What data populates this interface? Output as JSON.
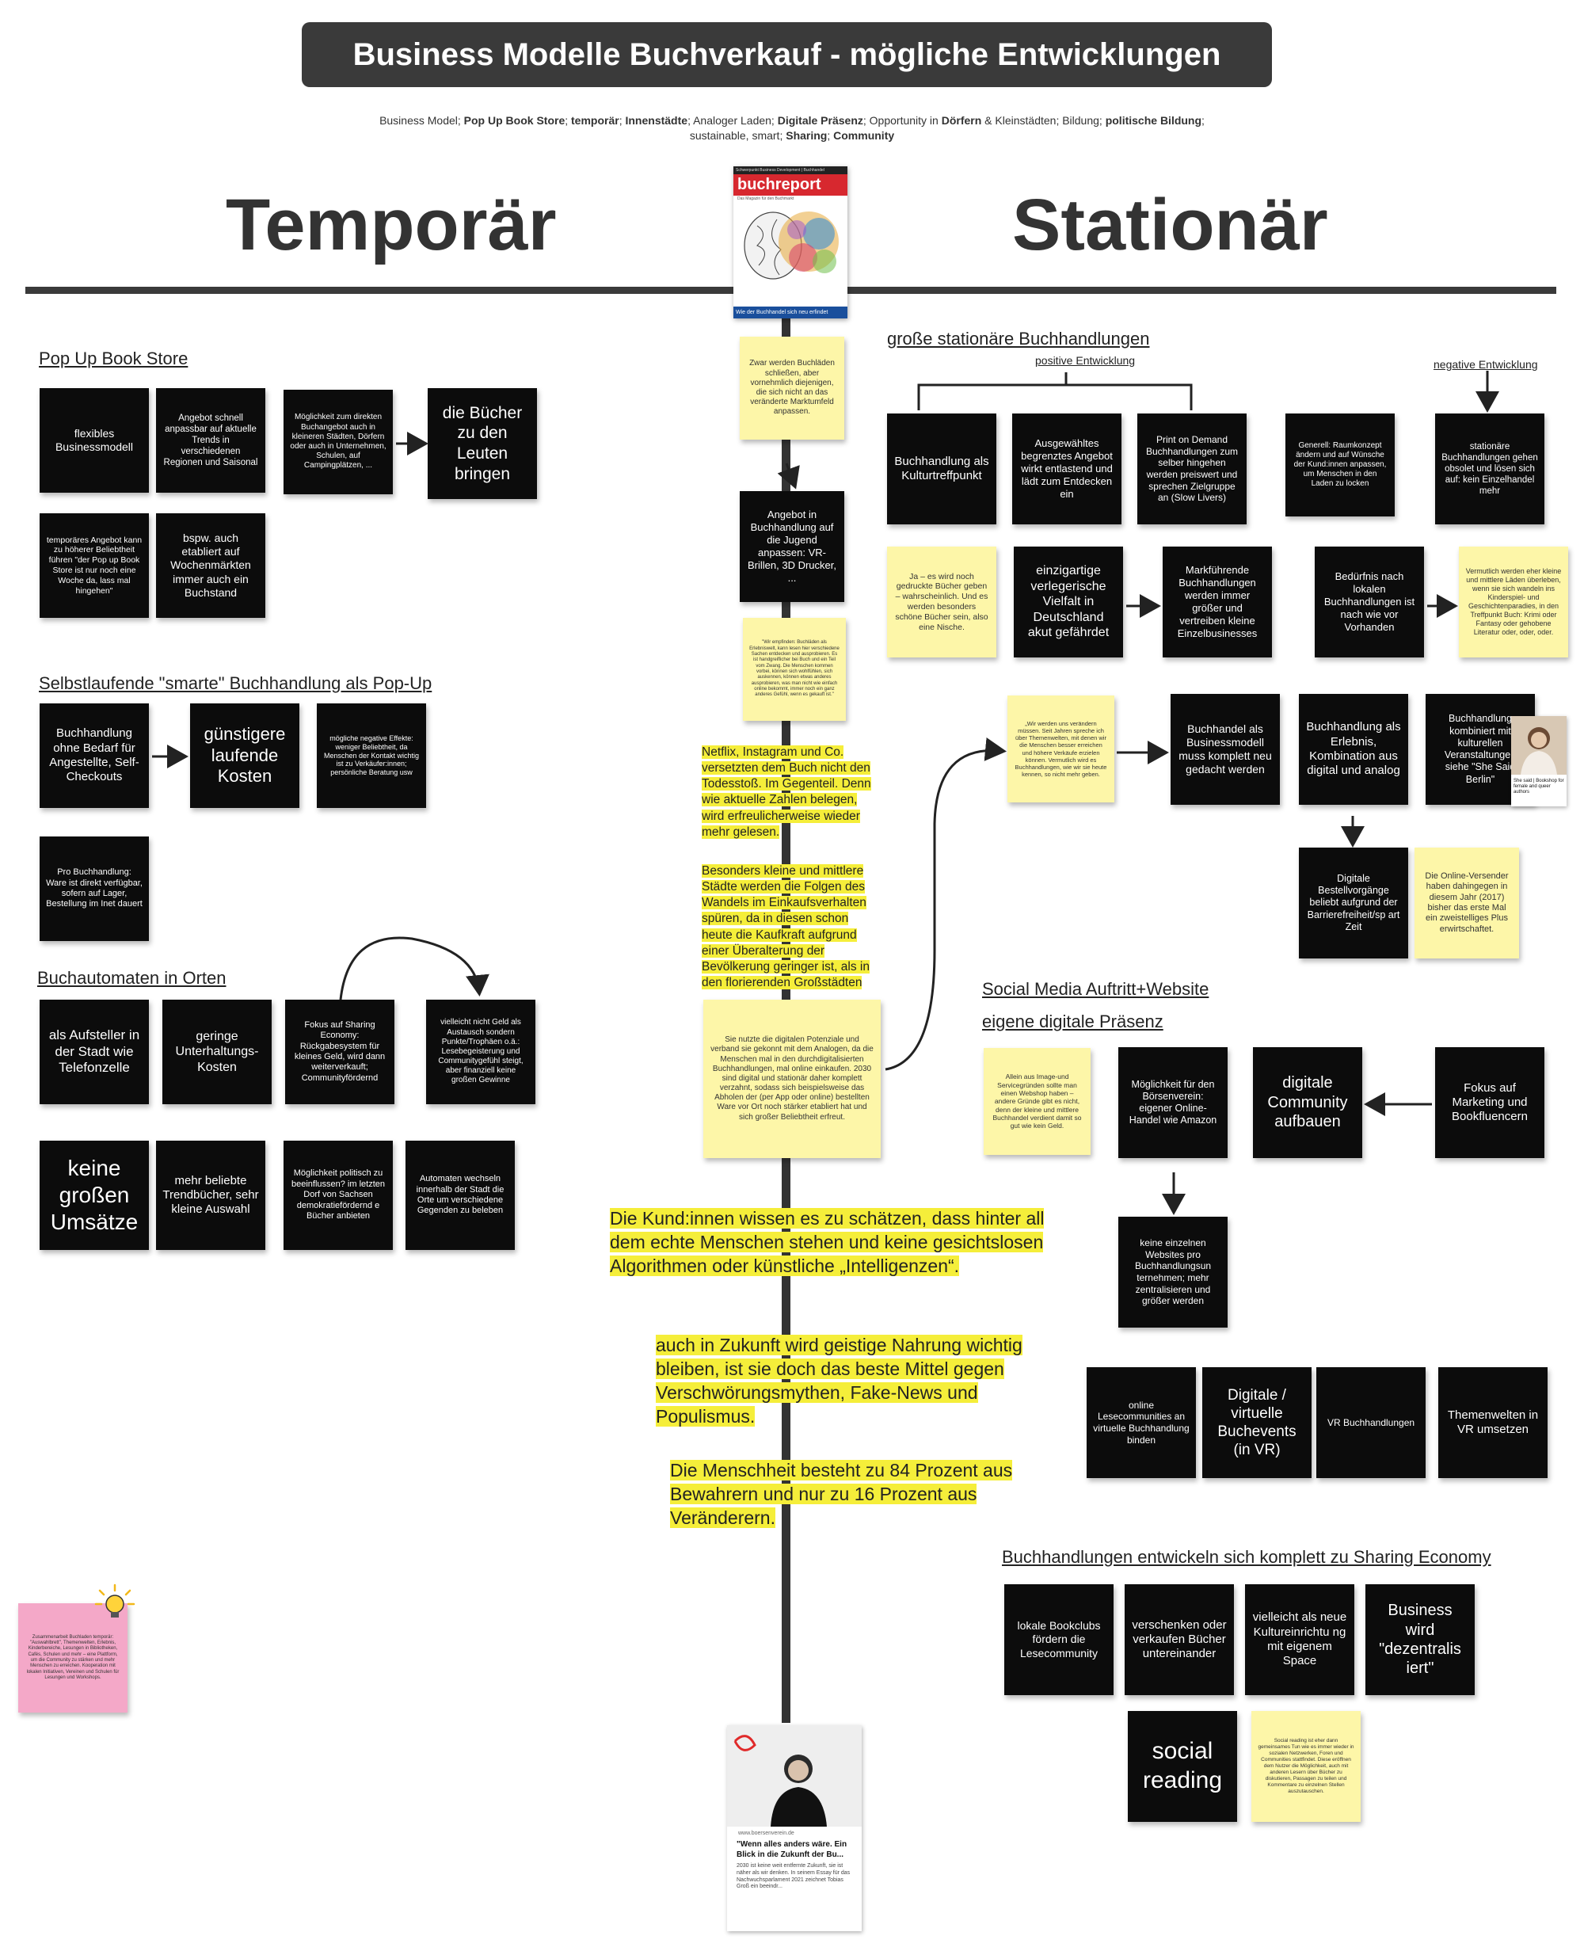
{
  "title": "Business Modelle Buchverkauf - mögliche Entwicklungen",
  "subtitle": [
    [
      [
        "Business Model; ",
        false
      ],
      [
        "Pop Up Book Store",
        true
      ],
      [
        "; ",
        false
      ],
      [
        "temporär",
        true
      ],
      [
        "; ",
        false
      ],
      [
        "Innenstädte",
        true
      ],
      [
        "; Analoger Laden; ",
        false
      ],
      [
        "Digitale Präsenz",
        true
      ],
      [
        "; Opportunity in ",
        false
      ],
      [
        "Dörfern",
        true
      ],
      [
        " & Kleinstädten; Bildung; ",
        false
      ],
      [
        "politische Bildung",
        true
      ],
      [
        ";",
        false
      ]
    ],
    [
      [
        "sustainable, smart; ",
        false
      ],
      [
        "Sharing",
        true
      ],
      [
        "; ",
        false
      ],
      [
        "Community",
        true
      ]
    ]
  ],
  "left_heading": "Temporär",
  "right_heading": "Stationär",
  "magazine": {
    "header": "Schwerpunkt Business Development | Buchhandel",
    "brand": "buchreport",
    "tagline": "Das Magazin für den Buchmarkt",
    "caption": "Wie der Buchhandel sich neu erfindet"
  },
  "sections": {
    "popup": "Pop Up Book Store",
    "smart": "Selbstlaufende \"smarte\" Buchhandlung als Pop-Up",
    "automaten": "Buchautomaten in Orten",
    "grosse": "große stationäre Buchhandlungen",
    "positive": "positive Entwicklung",
    "negative": "negative Entwicklung",
    "social1": "Social Media Auftritt+Website",
    "social2": "eigene digitale Präsenz",
    "sharing": "Buchhandlungen entwickeln sich komplett zu Sharing Economy"
  },
  "notes": {
    "flex": "flexibles Businessmodell",
    "angebot_schnell": "Angebot schnell anpassbar auf aktuelle Trends in verschiedenen Regionen und Saisonal",
    "moeglichkeit_buchang": "Möglichkeit zum direkten Buchangebot auch in kleineren Städten, Dörfern oder auch in Unternehmen, Schulen, auf Campingplätzen, ...",
    "buecher_leute": "die Bücher zu den Leuten bringen",
    "temp_angebot": "temporäres Angebot kann zu höherer Beliebtheit führen \"der Pop up Book Store ist nur noch eine Woche da, lass mal hingehen\"",
    "wochenmarkt": "bspw. auch etabliert auf Wochenmärkten immer auch ein Buchstand",
    "ohne_bedarf": "Buchhandlung ohne Bedarf für Angestellte, Self-Checkouts",
    "guenstigere": "günstigere laufende Kosten",
    "neg_effekte": "mögliche negative Effekte: weniger Beliebtheit, da Menschen der Kontakt wichtig ist zu Verkäufer:innen; persönliche Beratung usw",
    "pro_buch": "Pro Buchhandlung: Ware ist direkt verfügbar, sofern auf Lager, Bestellung im Inet dauert",
    "aufsteller": "als Aufsteller in der Stadt wie Telefonzelle",
    "unterhaltung": "geringe Unterhaltungs-Kosten",
    "sharing_eco": "Fokus auf Sharing Economy: Rückgabesystem für kleines Geld, wird dann weiterverkauft; Communityfördernd",
    "kein_geld": "vielleicht nicht Geld als Austausch sondern Punkte/Trophäen o.ä.: Lesebegeisterung und Communitygefühl steigt, aber finanziell keine großen Gewinne",
    "keine_umsaetze": "keine großen Umsätze",
    "trendbuecher": "mehr beliebte Trendbücher, sehr kleine Auswahl",
    "politisch": "Möglichkeit politisch zu beeinflussen? im letzten Dorf von Sachsen demokratiefördernd e Bücher anbieten",
    "automaten_wechseln": "Automaten wechseln innerhalb der Stadt die Orte um verschiedene Gegenden zu beleben",
    "center_y1": "Zwar werden Buchläden schließen, aber vornehmlich diejenigen, die sich nicht an das veränderte Marktumfeld anpassen.",
    "center_b1": "Angebot in Buchhandlung auf die Jugend anpassen: VR-Brillen, 3D Drucker, ...",
    "center_y2": "\"Wir empfinden: Buchläden als Erlebniswelt, kann lesen hier verschiedene Sachen entdecken und ausprobieren. Es ist handgreiflicher bei Buch und ein Teil vom Zwang. Die Menschen kommen vorbei, können sich wohlfühlen, sich auskennen, können etwas anderes ausprobieren, was man nicht wie einfach online bekommt, immer noch ein ganz anderes Gefühl, wenn es gekauft ist.\"",
    "center_y3": "Sie nutzte die digitalen Potenziale und verband sie gekonnt mit dem Analogen, da die Menschen mal in den durchdigitalisierten Buchhandlungen, mal online einkaufen. 2030 sind digital und stationär daher komplett verzahnt, sodass sich beispielsweise das Abholen der (per App oder online) bestellten Ware vor Ort noch stärker etabliert hat und sich großer Beliebtheit erfreut.",
    "kultur": "Buchhandlung als Kulturtreffpunkt",
    "ausgewaehlt": "Ausgewähltes begrenztes Angebot wirkt entlastend und lädt zum Entdecken ein",
    "print_demand": "Print on Demand Buchhandlungen zum selber hingehen werden preiswert und sprechen Zielgruppe an (Slow Livers)",
    "raumkonzept": "Generell: Raumkonzept ändern und auf Wünsche der Kund:innen anpassen, um Menschen in den Laden zu locken",
    "obsolet": "stationäre Buchhandlungen gehen obsolet und lösen sich auf: kein Einzelhandel mehr",
    "ja_gedruckt": "Ja – es wird noch gedruckte Bücher geben – wahrscheinlich. Und es werden besonders schöne Bücher sein, also eine Nische.",
    "vielfalt": "einzigartige verlegerische Vielfalt in Deutschland akut gefährdet",
    "marktfuehrend": "Markführende Buchhandlungen werden immer größer und vertreiben kleine Einzelbusinesses",
    "beduerfnis": "Bedürfnis nach lokalen Buchhandlungen ist nach wie vor Vorhanden",
    "vermutlich": "Vermutlich werden eher kleine und mittlere Läden überleben, wenn sie sich wandeln ins Kinderspiel- und Geschichtenparadies, in den Treffpunkt Buch: Krimi oder Fantasy oder gehobene Literatur oder, oder, oder.",
    "wir_werden": "„Wir werden uns verändern müssen. Seit Jahren spreche ich über Themenwelten, mit denen wir die Menschen besser erreichen und höhere Verkäufe erzielen können. Vermutlich wird es Buchhandlungen, wie wir sie heute kennen, so nicht mehr geben.",
    "neu_gedacht": "Buchhandel als Businessmodell muss komplett neu gedacht werden",
    "erlebnis": "Buchhandlung als Erlebnis, Kombination aus digital und analog",
    "kulturell": "Buchhandlung kombiniert mit kulturellen Veranstaltungen siehe \"She Said Berlin\"",
    "she_said_card": "She said | Bookshop for female and queer authors",
    "digitale_bestell": "Digitale Bestellvorgänge beliebt aufgrund der Barrierefreiheit/sp art Zeit",
    "online_versender": "Die Online-Versender haben dahingegen in diesem Jahr (2017) bisher das erste Mal ein zweistelliges Plus erwirtschaftet.",
    "allein": "Allein aus Image-und Servicegründen sollte man einen Webshop haben – andere Gründe gibt es nicht, denn der kleine und mittlere Buchhandel verdient damit so gut wie kein Geld.",
    "boersenverein": "Möglichkeit für den Börsenverein: eigener Online-Handel wie Amazon",
    "community": "digitale Community aufbauen",
    "marketing": "Fokus auf Marketing und Bookfluencern",
    "keine_websites": "keine einzelnen Websites pro Buchhandlungsun ternehmen; mehr zentralisieren und größer werden",
    "lesecommunities": "online Lesecommunities an virtuelle Buchhandlung binden",
    "digitale_events": "Digitale / virtuelle Buchevents (in VR)",
    "vr_buch": "VR Buchhandlungen",
    "themenwelten": "Themenwelten in VR umsetzen",
    "bookclubs": "lokale Bookclubs fördern die Lesecommunity",
    "verschenken": "verschenken oder verkaufen Bücher untereinander",
    "kulturein": "vielleicht als neue Kultureinrichtu ng mit eigenem Space",
    "dezentral": "Business wird \"dezentralis iert\"",
    "social_reading": "social reading",
    "social_yellow": "Social reading ist eher dann gemeinsames Tun wie es immer wieder in sozialen Netzwerken, Foren und Communities stattfindet. Diese eröffnen dem Nutzer die Möglichkeit, auch mit anderen Lesern über Bücher zu diskutieren, Passagen zu teilen und Kommentare zu einzelnen Stellen auszutauschen.",
    "pink": "Zusammenarbeit Buchladen temporär: \"Auswahlbrett\", Themenwelten, Erlebnis, Kinderbereiche, Lesungen in Bibliotheken, Cafés, Schulen und mehr – eine Plattform, um die Community zu stärken und mehr Menschen zu erreichen. Kooperation mit lokalen Initiativen, Vereinen und Schulen für Lesungen und Workshops."
  },
  "highlights": {
    "h1": "Netflix, Instagram und Co. versetzten dem Buch nicht den Todesstoß. Im Gegenteil. Denn wie aktuelle Zahlen belegen, wird erfreulicherweise wieder mehr gelesen.",
    "h2": "Besonders kleine und mittlere Städte werden die Folgen des Wandels im Einkaufsverhalten spüren, da in diesen schon heute die Kaufkraft aufgrund einer Überalterung der Bevölkerung geringer ist, als in den florierenden Großstädten",
    "h3": "Die Kund:innen wissen es zu schätzen, dass hinter all dem echte Menschen stehen und keine gesichtslosen Algorithmen oder künstliche „Intelligenzen“.",
    "h4": "auch in Zukunft wird geistige Nahrung wichtig bleiben, ist sie doch das beste Mittel gegen Verschwörungsmythen, Fake-News und Populismus.",
    "h5": "Die Menschheit besteht zu 84 Prozent aus Bewahrern und nur zu 16 Prozent aus Veränderern."
  },
  "bottom_card": {
    "site": "www.boersenverein.de",
    "title": "\"Wenn alles anders wäre. Ein Blick in die Zukunft der Bu...",
    "body": "2030 ist keine weit entfernte Zukunft, sie ist näher als wir denken. In seinem Essay für das Nachwuchsparlament 2021 zeichnet Tobias Groß ein beeindr..."
  },
  "colors": {
    "note_black": "#0c0c0c",
    "note_yellow": "#fdf6a8",
    "note_pink": "#f4a8c8",
    "highlight": "#f5ee3a",
    "title_bg": "#3a3a3a",
    "magazine_red": "#d7282f"
  }
}
